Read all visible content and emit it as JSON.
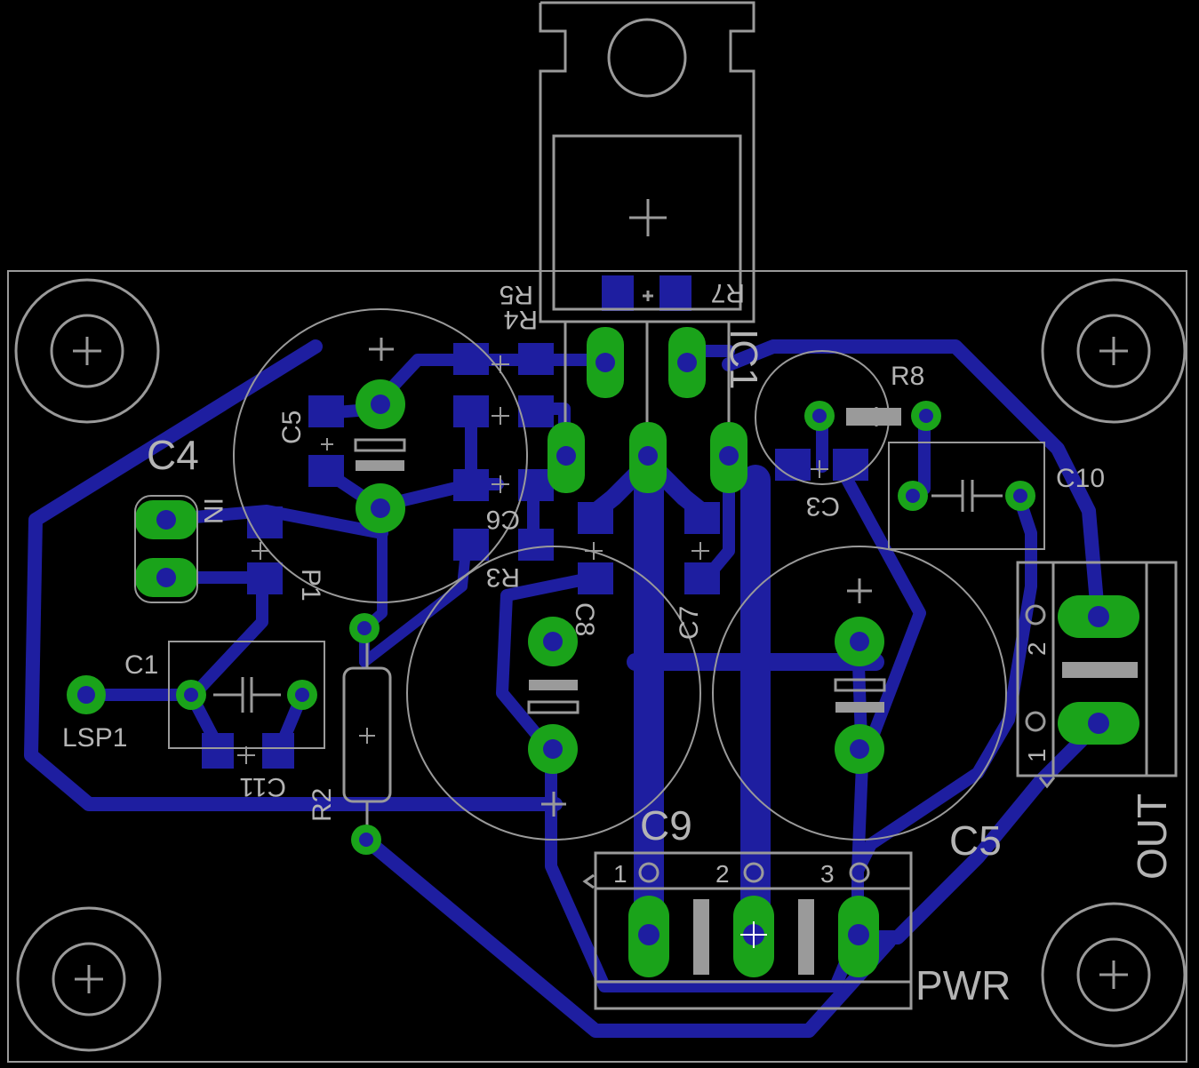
{
  "colors": {
    "background": "#000000",
    "silkscreen": "#9a9a9a",
    "copper_top": "#1e1ea0",
    "pad": "#1aa31a"
  },
  "labels": {
    "c4": "C4",
    "c5_small": "C5",
    "in": "IN",
    "p1": "P1",
    "r5": "R5",
    "r4": "R4",
    "r7": "R7",
    "ic1": "IC1",
    "r8": "R8",
    "c3": "C3",
    "c10": "C10",
    "c6": "C6",
    "r3": "R3",
    "c8": "C8",
    "c7": "C7",
    "c1": "C1",
    "lsp1": "LSP1",
    "c11": "C11",
    "r2": "R2",
    "c9": "C9",
    "c5_big": "C5",
    "out": "OUT",
    "pwr": "PWR",
    "pwr_pin1": "1",
    "pwr_pin2": "2",
    "pwr_pin3": "3",
    "out_pin1": "1",
    "out_pin2": "2"
  }
}
